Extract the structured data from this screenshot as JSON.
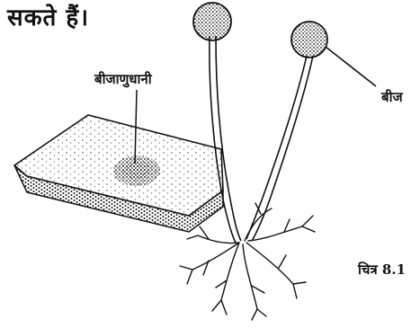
{
  "heading_fragment": "सकते हैं।",
  "labels": {
    "sporangium": "बीजाणुधानी",
    "spore": "बीज",
    "figure": "चित्र 8.1"
  },
  "colors": {
    "ink": "#111111",
    "background": "#ffffff"
  }
}
